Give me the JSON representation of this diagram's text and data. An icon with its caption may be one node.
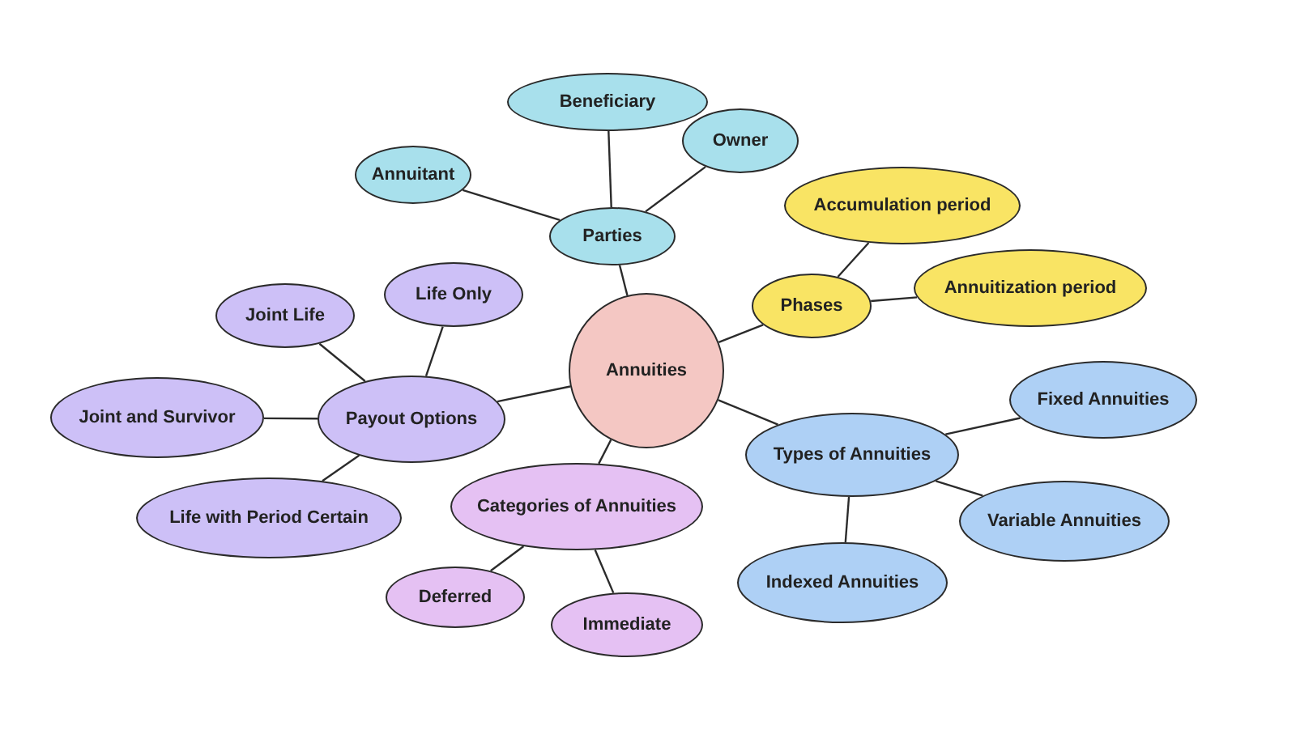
{
  "diagram": {
    "nodes": [
      {
        "text": [
          "Annuities"
        ]
      },
      {
        "text": [
          "Parties"
        ]
      },
      {
        "text": [
          "Annuitant"
        ]
      },
      {
        "text": [
          "Beneficiary"
        ]
      },
      {
        "text": [
          "Owner"
        ]
      },
      {
        "text": [
          "Phases"
        ]
      },
      {
        "text": [
          "Accumulation period"
        ]
      },
      {
        "text": [
          "Annuitization period"
        ]
      },
      {
        "text": [
          "Types of Annuities"
        ]
      },
      {
        "text": [
          "Fixed Annuities"
        ]
      },
      {
        "text": [
          "Variable Annuities"
        ]
      },
      {
        "text": [
          "Indexed Annuities"
        ]
      },
      {
        "text": [
          "Categories of Annuities"
        ]
      },
      {
        "text": [
          "Deferred"
        ]
      },
      {
        "text": [
          "Immediate"
        ]
      },
      {
        "text": [
          "Payout Options"
        ]
      },
      {
        "text": [
          "Life Only"
        ]
      },
      {
        "text": [
          "Joint Life"
        ]
      },
      {
        "text": [
          "Joint and Survivor"
        ]
      },
      {
        "text": [
          "Life with Period Certain"
        ]
      }
    ],
    "edges": [
      {
        "from": 0,
        "to": 1,
        "arrow": "none"
      },
      {
        "from": 1,
        "to": 2,
        "arrow": "none"
      },
      {
        "from": 1,
        "to": 3,
        "arrow": "none"
      },
      {
        "from": 1,
        "to": 4,
        "arrow": "none"
      },
      {
        "from": 0,
        "to": 5,
        "arrow": "none"
      },
      {
        "from": 5,
        "to": 6,
        "arrow": "none"
      },
      {
        "from": 5,
        "to": 7,
        "arrow": "none"
      },
      {
        "from": 0,
        "to": 8,
        "arrow": "none"
      },
      {
        "from": 8,
        "to": 9,
        "arrow": "none"
      },
      {
        "from": 8,
        "to": 10,
        "arrow": "none"
      },
      {
        "from": 8,
        "to": 11,
        "arrow": "none"
      },
      {
        "from": 0,
        "to": 12,
        "arrow": "none"
      },
      {
        "from": 12,
        "to": 13,
        "arrow": "none"
      },
      {
        "from": 12,
        "to": 14,
        "arrow": "none"
      },
      {
        "from": 0,
        "to": 15,
        "arrow": "none"
      },
      {
        "from": 15,
        "to": 16,
        "arrow": "none"
      },
      {
        "from": 15,
        "to": 17,
        "arrow": "none"
      },
      {
        "from": 15,
        "to": 18,
        "arrow": "none"
      },
      {
        "from": 15,
        "to": 19,
        "arrow": "none"
      }
    ]
  }
}
